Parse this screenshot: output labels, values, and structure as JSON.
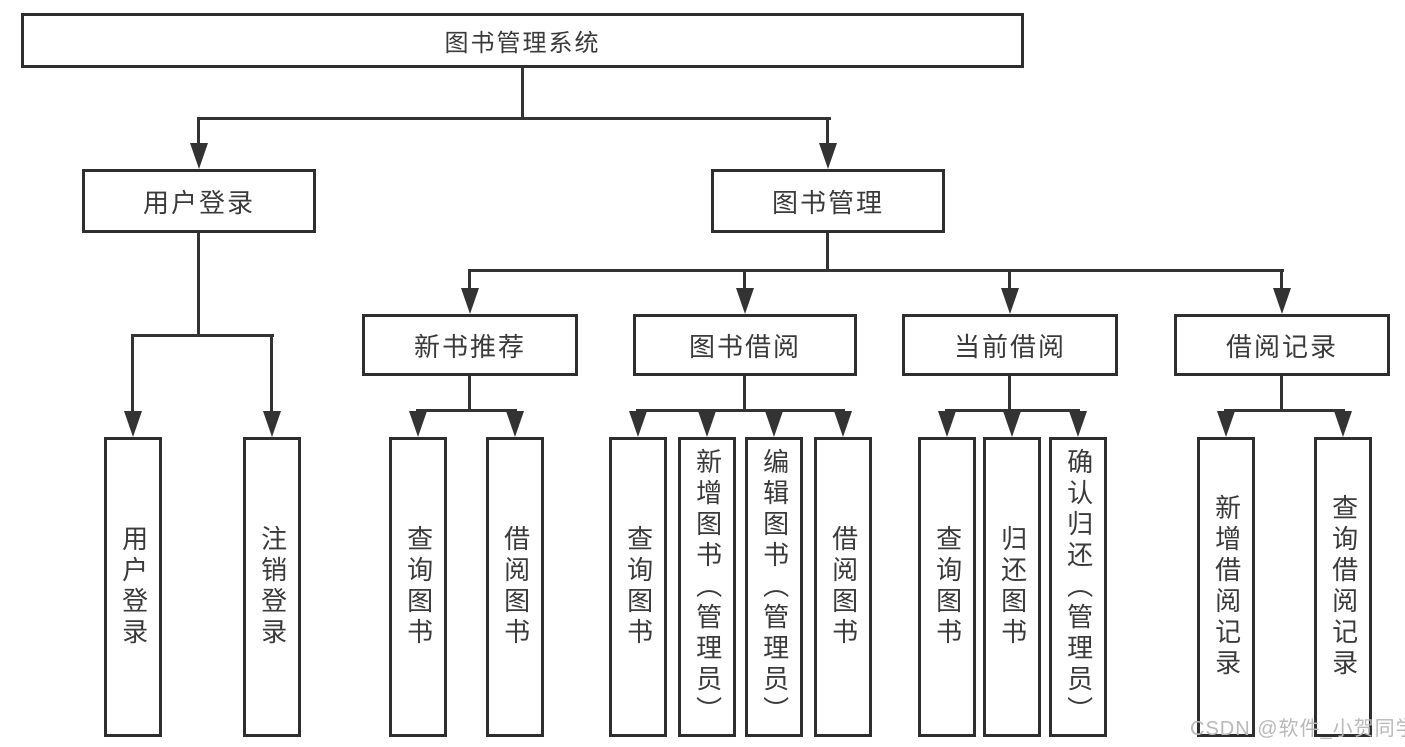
{
  "tree": {
    "root": {
      "label": "图书管理系统"
    },
    "branches": [
      {
        "label": "用户登录",
        "leaves": [
          "用户登录",
          "注销登录"
        ]
      },
      {
        "label": "图书管理",
        "groups": [
          {
            "label": "新书推荐",
            "leaves": [
              "查询图书",
              "借阅图书"
            ]
          },
          {
            "label": "图书借阅",
            "leaves": [
              "查询图书",
              "新增图书（管理员）",
              "编辑图书（管理员）",
              "借阅图书"
            ]
          },
          {
            "label": "当前借阅",
            "leaves": [
              "查询图书",
              "归还图书",
              "确认归还（管理员）"
            ]
          },
          {
            "label": "借阅记录",
            "leaves": [
              "新增借阅记录",
              "查询借阅记录"
            ]
          }
        ]
      }
    ]
  },
  "colors": {
    "line": "#333333",
    "border": "#2e2e2e",
    "text": "#3a3a3a",
    "watermark": "#b9b9b9"
  },
  "watermark": {
    "text": "CSDN @软件_小贺同学"
  }
}
